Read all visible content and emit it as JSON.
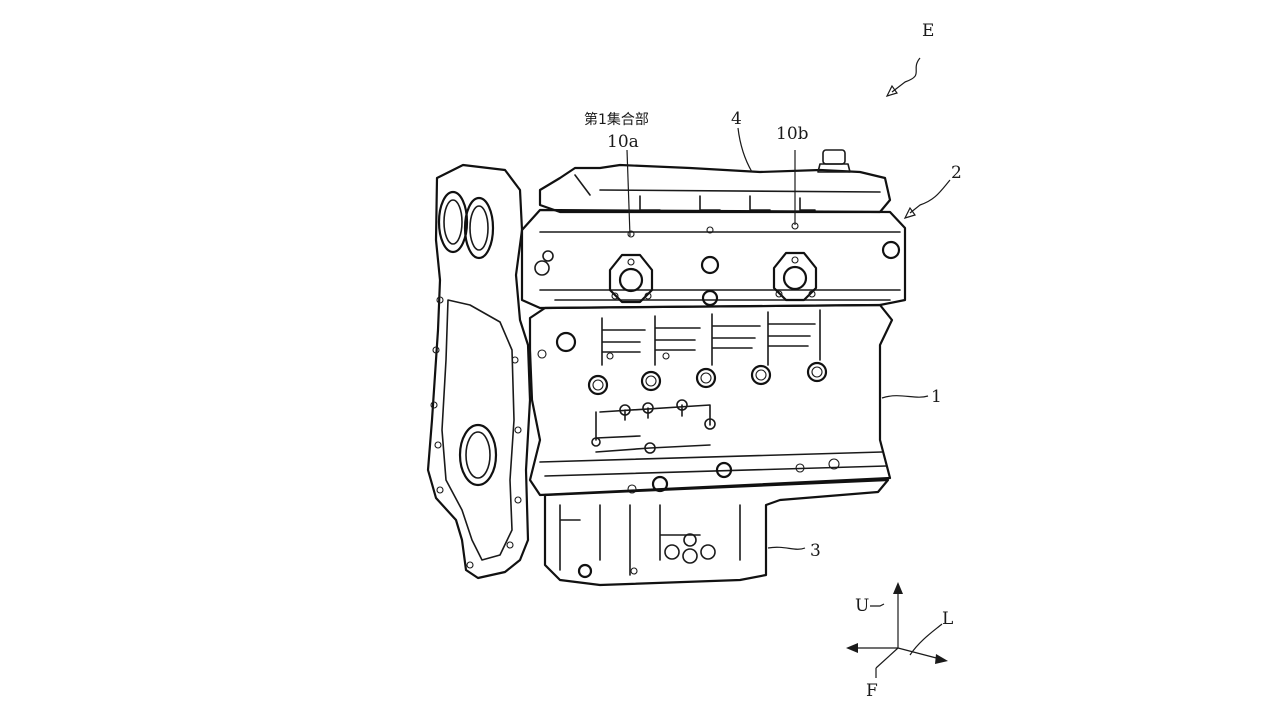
{
  "labels": {
    "assembly": "E",
    "first_collection_part": "第1集合部",
    "ref_10a": "10a",
    "ref_10b": "10b",
    "ref_4": "4",
    "ref_2": "2",
    "ref_1": "1",
    "ref_3": "3"
  },
  "axes": {
    "up": "U",
    "left": "L",
    "front": "F"
  }
}
